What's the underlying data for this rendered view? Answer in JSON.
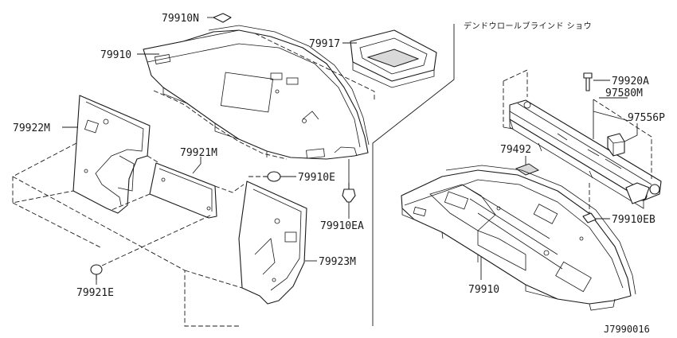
{
  "section_title": "デンドウロールブラインド ショウ",
  "diagram_code": "J7990016",
  "colors": {
    "line": "#1a1a1a",
    "background": "#ffffff"
  },
  "labels": {
    "p79910N": "79910N",
    "p79910_left": "79910",
    "p79917": "79917",
    "p79922M": "79922M",
    "p79921M": "79921M",
    "p79910E": "79910E",
    "p79910EA": "79910EA",
    "p79923M": "79923M",
    "p79921E": "79921E",
    "p79920A": "79920A",
    "p97580M": "97580M",
    "p97556P": "97556P",
    "p79492": "79492",
    "p79910EB": "79910EB",
    "p79910_right": "79910"
  }
}
